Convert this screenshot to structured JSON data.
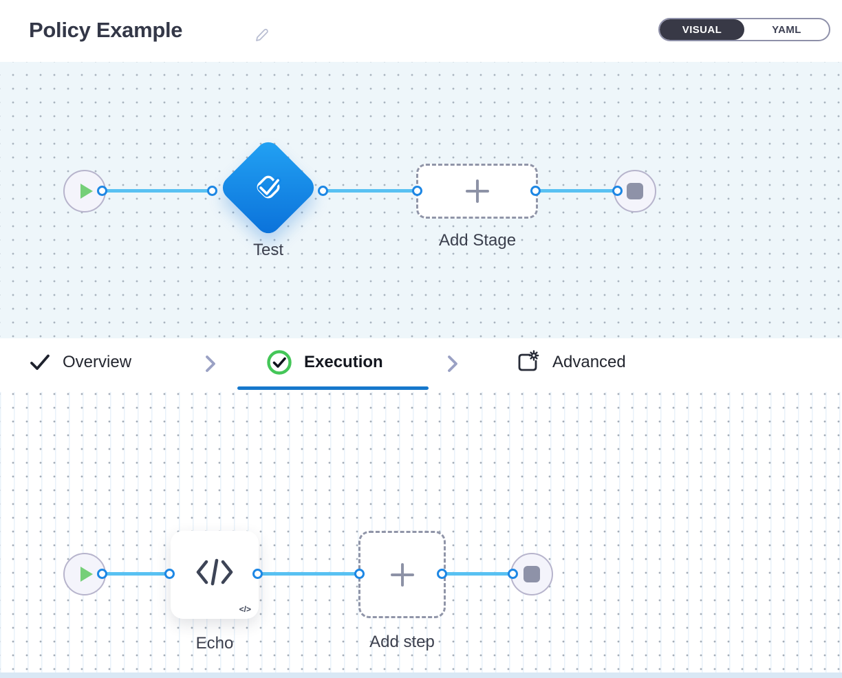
{
  "header": {
    "title": "Policy Example",
    "toggle": {
      "visual": "VISUAL",
      "yaml": "YAML",
      "selected": "VISUAL"
    }
  },
  "stage_pipeline": {
    "start_icon": "play-icon",
    "end_icon": "stop-icon",
    "stage": {
      "label": "Test",
      "icon": "policy-check-icon"
    },
    "add_stage": {
      "label": "Add Stage",
      "icon": "plus-icon"
    }
  },
  "tabs": [
    {
      "label": "Overview",
      "icon": "check-icon",
      "state": "completed"
    },
    {
      "label": "Execution",
      "icon": "check-circle-icon",
      "state": "active"
    },
    {
      "label": "Advanced",
      "icon": "settings-panel-icon",
      "state": "default"
    }
  ],
  "execution_pipeline": {
    "start_icon": "play-icon",
    "end_icon": "stop-icon",
    "step": {
      "label": "Echo",
      "icon": "code-icon",
      "badge": "</>"
    },
    "add_step": {
      "label": "Add step",
      "icon": "plus-icon"
    }
  },
  "colors": {
    "accent_blue": "#1678cc",
    "edge_blue": "#58c1f2",
    "port_blue": "#1d87e4",
    "diamond_gradient_top": "#23a3f4",
    "diamond_gradient_bottom": "#0a70d9",
    "success_green": "#44c658",
    "play_green": "#75cf78",
    "toggle_dark": "#383946",
    "canvas_top_bg": "#eef6fa"
  }
}
